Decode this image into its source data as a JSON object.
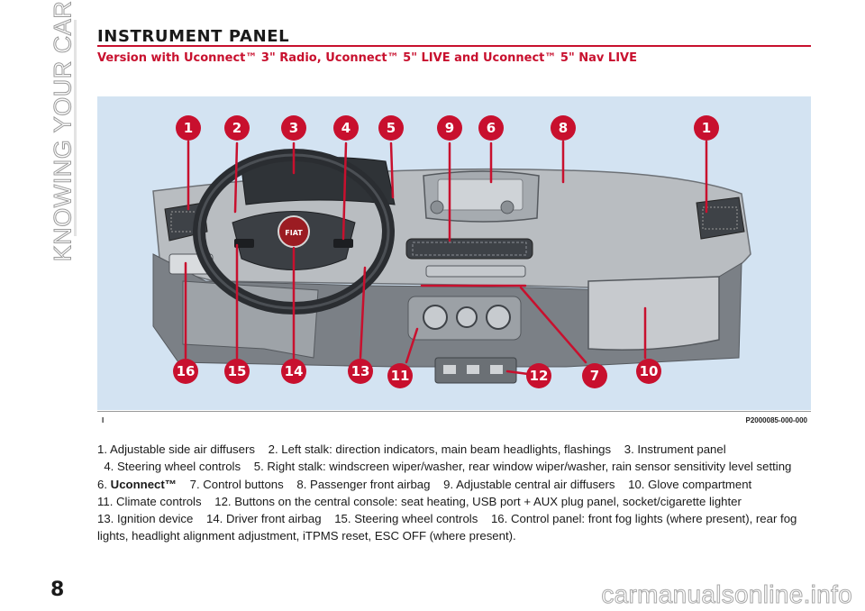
{
  "side_label": "KNOWING YOUR CAR",
  "section_title": "INSTRUMENT PANEL",
  "subtitle": "Version with Uconnect™ 3\" Radio, Uconnect™ 5\" LIVE and Uconnect™ 5\" Nav LIVE",
  "figure": {
    "mark": "I",
    "code": "P2000085-000-000",
    "brand_badge": "FIAT",
    "accent_color": "#c8102e",
    "callouts": {
      "c1_left": "1",
      "c2": "2",
      "c3": "3",
      "c4": "4",
      "c5": "5",
      "c9": "9",
      "c6": "6",
      "c8": "8",
      "c1_right": "1",
      "c16": "16",
      "c15": "15",
      "c14": "14",
      "c13": "13",
      "c11": "11",
      "c12": "12",
      "c7": "7",
      "c10": "10"
    }
  },
  "caption": {
    "items": [
      {
        "num": "1.",
        "text": "Adjustable side air diffusers"
      },
      {
        "num": "2.",
        "text": "Left stalk: direction indicators, main beam headlights, flashings"
      },
      {
        "num": "3.",
        "text": "Instrument panel"
      },
      {
        "num": "4.",
        "text": "Steering wheel controls"
      },
      {
        "num": "5.",
        "text": "Right stalk: windscreen wiper/washer, rear window wiper/washer, rain sensor sensitivity level setting"
      },
      {
        "num": "6.",
        "text": "Uconnect™"
      },
      {
        "num": "7.",
        "text": "Control buttons"
      },
      {
        "num": "8.",
        "text": "Passenger front airbag"
      },
      {
        "num": "9.",
        "text": "Adjustable central air diffusers"
      },
      {
        "num": "10.",
        "text": "Glove compartment"
      },
      {
        "num": "11.",
        "text": "Climate controls"
      },
      {
        "num": "12.",
        "text": "Buttons on the central console: seat heating, USB port + AUX plug panel, socket/cigarette lighter"
      },
      {
        "num": "13.",
        "text": "Ignition device"
      },
      {
        "num": "14.",
        "text": "Driver front airbag"
      },
      {
        "num": "15.",
        "text": "Steering wheel controls"
      },
      {
        "num": "16.",
        "text": "Control panel: front fog lights (where present), rear fog lights, headlight alignment adjustment, iTPMS reset, ESC OFF (where present)."
      }
    ]
  },
  "page_number": "8",
  "watermark": "carmanualsonline.info"
}
